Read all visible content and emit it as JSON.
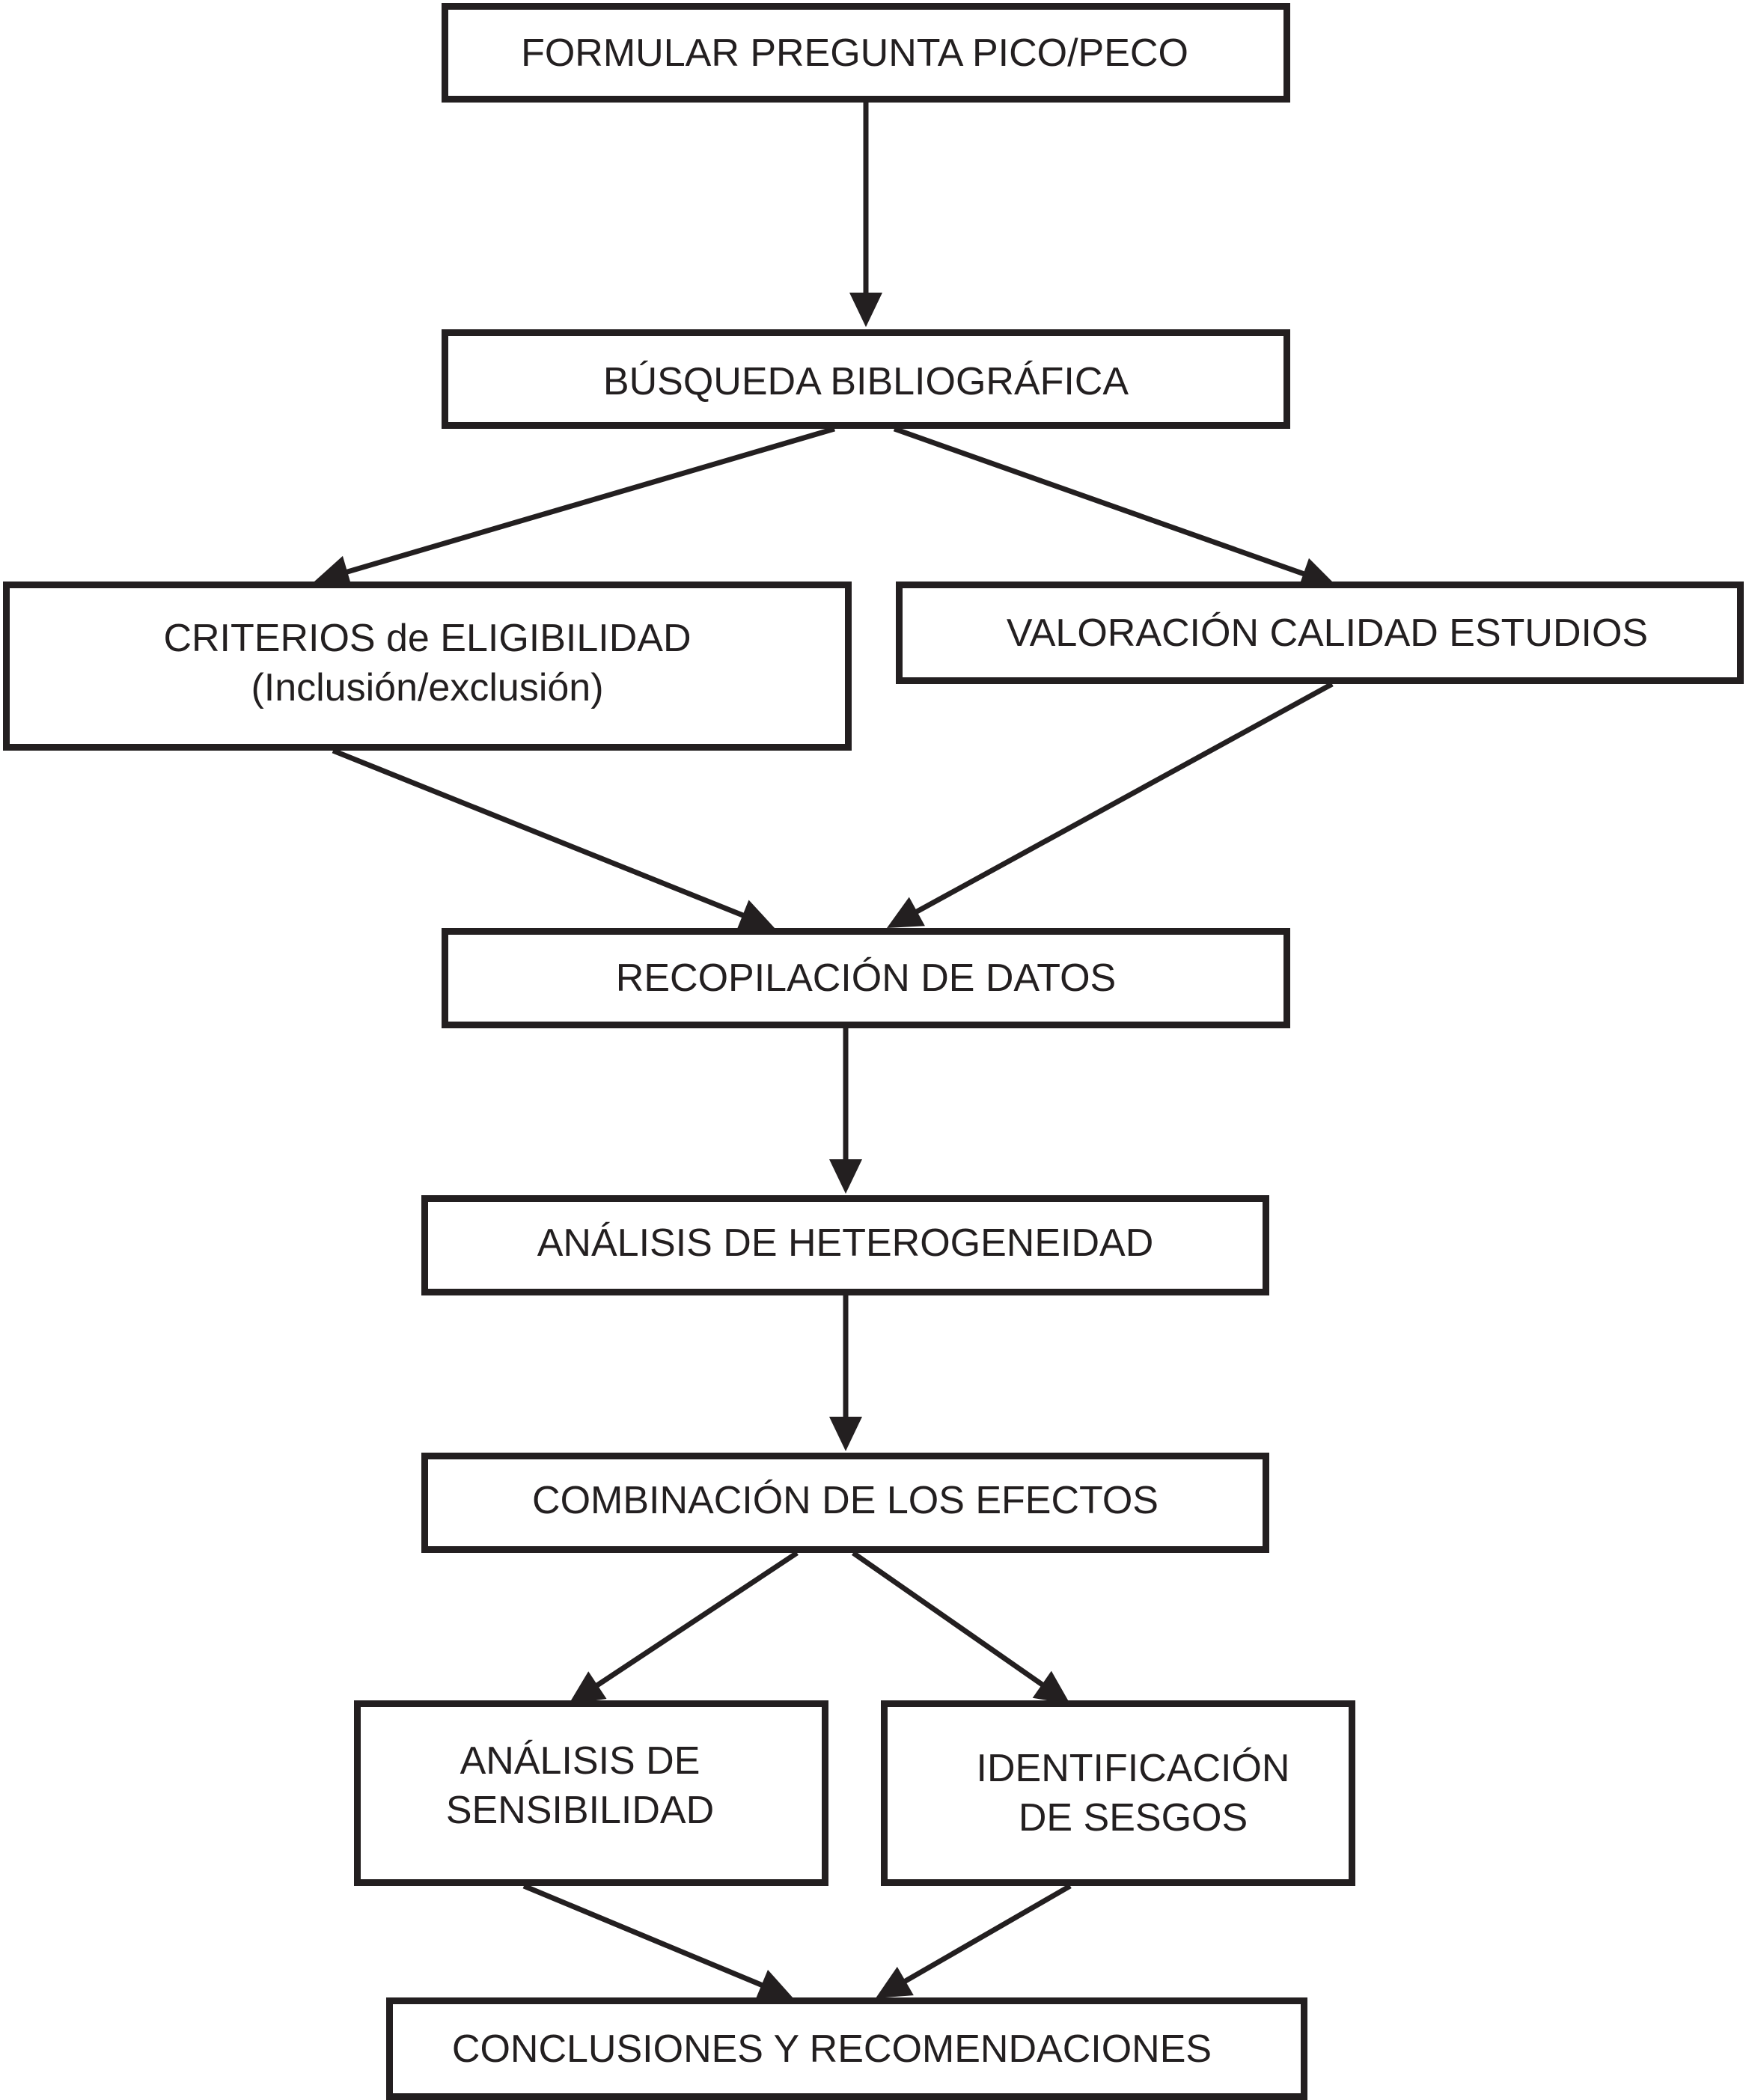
{
  "diagram": {
    "colors": {
      "stroke": "#231f20",
      "fill": "#ffffff",
      "text": "#231f20"
    },
    "nodes": {
      "formular": {
        "label": "FORMULAR PREGUNTA PICO/PECO"
      },
      "busqueda": {
        "label": "BÚSQUEDA BIBLIOGRÁFICA"
      },
      "criterios": {
        "line1": "CRITERIOS de ELIGIBILIDAD",
        "line2": "(Inclusión/exclusión)"
      },
      "valoracion": {
        "label": "VALORACIÓN CALIDAD ESTUDIOS"
      },
      "recopilacion": {
        "label": "RECOPILACIÓN DE DATOS"
      },
      "heterogeneidad": {
        "label": "ANÁLISIS DE HETEROGENEIDAD"
      },
      "combinacion": {
        "label": "COMBINACIÓN DE LOS EFECTOS"
      },
      "sensibilidad": {
        "line1": "ANÁLISIS DE",
        "line2": "SENSIBILIDAD"
      },
      "sesgos": {
        "line1": "IDENTIFICACIÓN",
        "line2": "DE SESGOS"
      },
      "conclusiones": {
        "label": "CONCLUSIONES Y RECOMENDACIONES"
      }
    },
    "edges": [
      {
        "from": "formular",
        "to": "busqueda"
      },
      {
        "from": "busqueda",
        "to": "criterios"
      },
      {
        "from": "busqueda",
        "to": "valoracion"
      },
      {
        "from": "criterios",
        "to": "recopilacion"
      },
      {
        "from": "valoracion",
        "to": "recopilacion"
      },
      {
        "from": "recopilacion",
        "to": "heterogeneidad"
      },
      {
        "from": "heterogeneidad",
        "to": "combinacion"
      },
      {
        "from": "combinacion",
        "to": "sensibilidad"
      },
      {
        "from": "combinacion",
        "to": "sesgos"
      },
      {
        "from": "sensibilidad",
        "to": "conclusiones"
      },
      {
        "from": "sesgos",
        "to": "conclusiones"
      }
    ]
  }
}
